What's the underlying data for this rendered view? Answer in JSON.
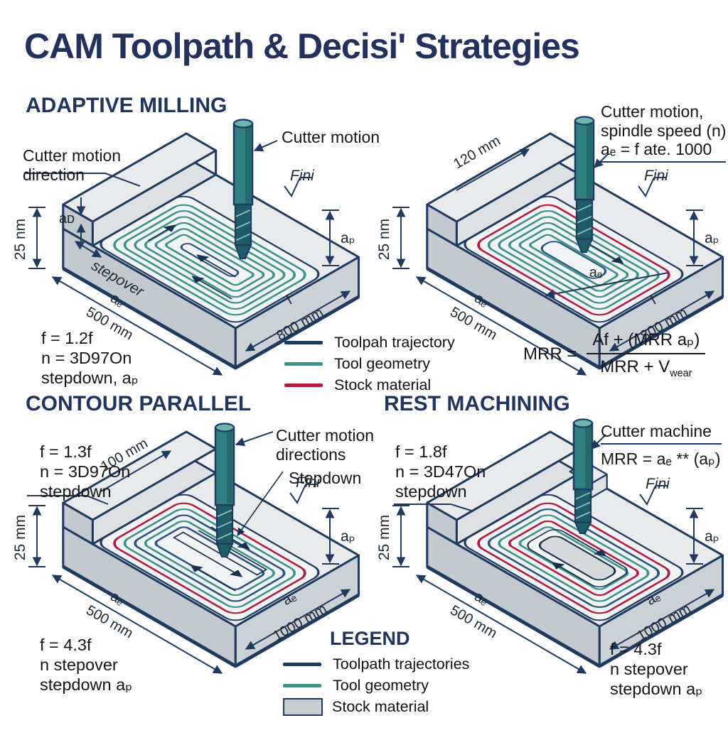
{
  "title": "CAM Toolpath & Decisi' Strategies",
  "colors": {
    "navy": "#1e3a5f",
    "teal": "#3f918c",
    "red": "#b01d42",
    "stock_gray": "#c9ced3"
  },
  "legend_mid": {
    "items": [
      {
        "label": "Toolpah trajectory"
      },
      {
        "label": "Tool geometry"
      },
      {
        "label": "Stock material"
      }
    ]
  },
  "legend_bottom": {
    "title": "LEGEND",
    "items": [
      {
        "label": "Toolpath trajectories"
      },
      {
        "label": "Tool geometry"
      },
      {
        "label": "Stock material"
      }
    ]
  },
  "sections": {
    "adaptive": {
      "heading": "ADAPTIVE MILLING",
      "cutter_label": "Cutter motion",
      "direction_label": [
        "Cutter motion",
        "direction"
      ],
      "fini": "Fini",
      "dims": {
        "height": "25 nm",
        "ad": "aᴅ",
        "stepover": "stepover",
        "ap": "aₚ",
        "left1": "aₑ",
        "left2": "500 mm",
        "right1": "f",
        "right2": "800 mm"
      },
      "params": [
        "f = 1.2f",
        "n = 3D97On",
        "stepdown, aₚ"
      ]
    },
    "spiral": {
      "annotation": [
        "Cutter motion,",
        "spindle speed (n)",
        "aₑ = f ate. 1000"
      ],
      "fini": "Fini",
      "dims": {
        "height": "25 nm",
        "top": "120 mm",
        "ap": "aₚ",
        "inner": "aₑ",
        "left1": "aₑ",
        "left2": "500 mm",
        "right1": "f",
        "right2": "800 mm"
      },
      "formula": {
        "lhs": "MRR =",
        "numerator": "Af + (MRR aₚ)",
        "denominator": "MRR + V",
        "denominator_sub": "wear"
      }
    },
    "contour": {
      "heading": "CONTOUR PARALLEL",
      "params_top": [
        "f = 1.3f",
        "n = 3D97On",
        "stepdown"
      ],
      "cutter_label": [
        "Cutter motion",
        "directions"
      ],
      "stepdown_label": "Stepdown",
      "fini": "Fini",
      "dims": {
        "height": "25 mm",
        "top": "100 mm",
        "ap": "aₚ",
        "left1": "aₑ",
        "left2": "500 mm",
        "right1": "aₑ",
        "right2": "1000 mm"
      },
      "params_bottom": [
        "f = 4.3f",
        "n stepover",
        "stepdown aₚ"
      ]
    },
    "rest": {
      "heading": "REST MACHINING",
      "params_top": [
        "f = 1.8f",
        "n = 3D47On",
        "stepdown"
      ],
      "note": {
        "title": "Cutter machine",
        "formula": "MRR = aₑ ** (aₚ)"
      },
      "fini": "Fini",
      "dims": {
        "height": "25 mm",
        "ap": "aₚ",
        "left1": "aₑ",
        "left2": "500 mm",
        "right1": "aₑ",
        "right2": "1000 mm"
      },
      "params_bottom": [
        "f = 4.3f",
        "n stepover",
        "stepdown aₚ"
      ]
    }
  }
}
